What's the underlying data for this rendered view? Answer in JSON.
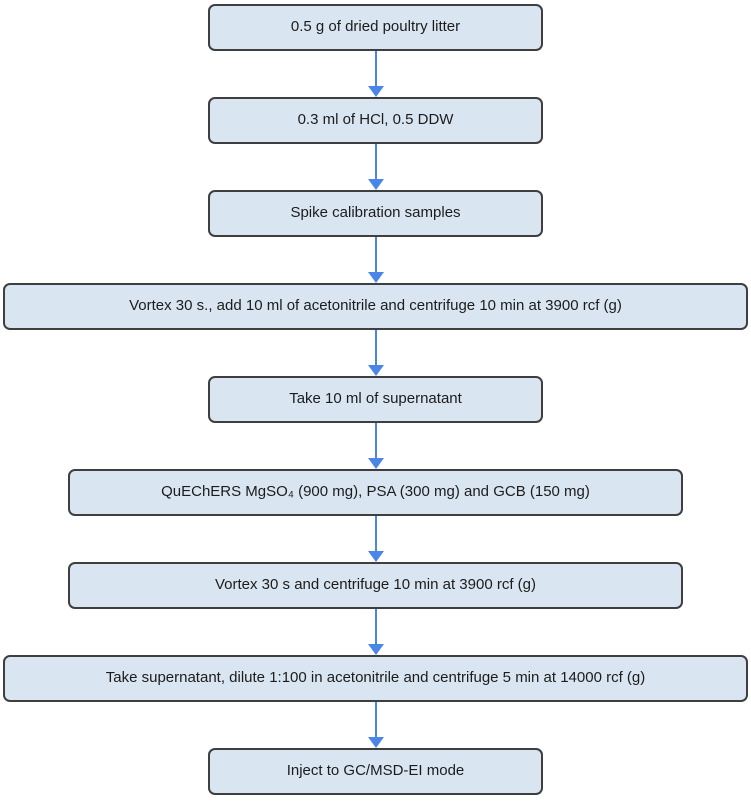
{
  "diagram": {
    "type": "flowchart",
    "direction": "top-down",
    "steps": [
      {
        "label": "0.5 g of dried poultry litter",
        "size": "narrow"
      },
      {
        "label": "0.3 ml of HCl, 0.5 DDW",
        "size": "narrow"
      },
      {
        "label": "Spike calibration samples",
        "size": "narrow"
      },
      {
        "label": "Vortex 30 s., add 10 ml of acetonitrile and centrifuge 10 min at 3900 rcf (g)",
        "size": "wide"
      },
      {
        "label": "Take 10 ml of supernatant",
        "size": "narrow"
      },
      {
        "label": "QuEChERS MgSO₄ (900 mg), PSA (300 mg) and GCB (150 mg)",
        "size": "medium"
      },
      {
        "label": "Vortex 30 s and centrifuge 10 min at 3900 rcf (g)",
        "size": "medium"
      },
      {
        "label": "Take supernatant, dilute 1:100 in acetonitrile and centrifuge 5 min at 14000 rcf (g)",
        "size": "wide"
      },
      {
        "label": "Inject to GC/MSD-EI mode",
        "size": "narrow"
      }
    ],
    "connectors": "downward arrows between consecutive steps",
    "colors": {
      "box_fill": "#d9e5f1",
      "box_border": "#3f3f3f",
      "arrow": "#4a86e8",
      "text": "#1c1c1c",
      "background": "#ffffff"
    }
  }
}
